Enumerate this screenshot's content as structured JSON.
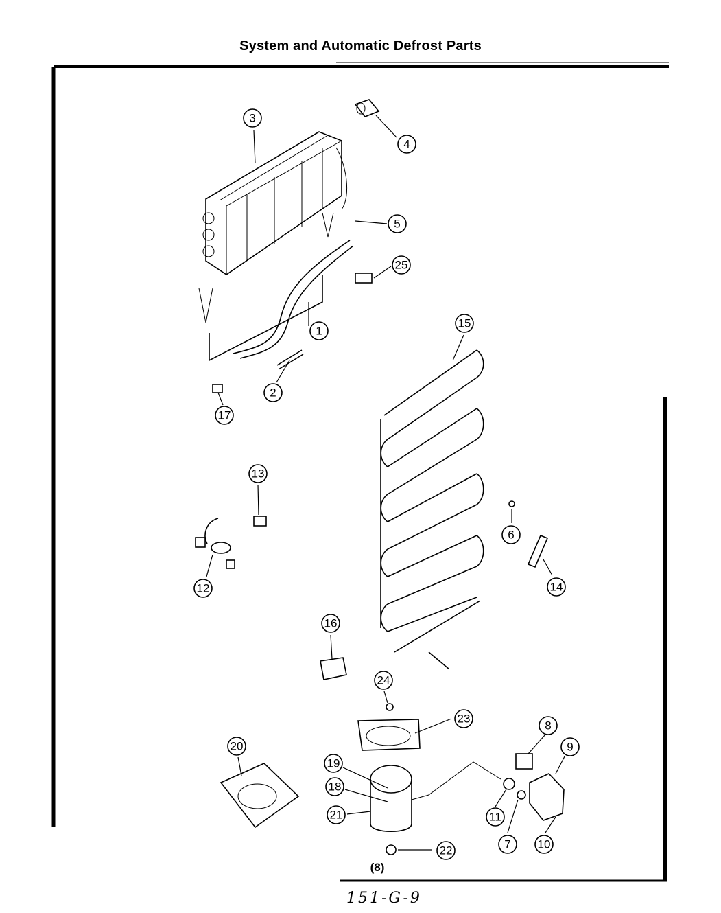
{
  "header": {
    "title": "System and Automatic Defrost Parts"
  },
  "footer": {
    "page_number": "(8)",
    "document_code": "151-G-9"
  },
  "callouts": [
    {
      "id": "1",
      "label": "1"
    },
    {
      "id": "2",
      "label": "2"
    },
    {
      "id": "3",
      "label": "3"
    },
    {
      "id": "4",
      "label": "4"
    },
    {
      "id": "5",
      "label": "5"
    },
    {
      "id": "6",
      "label": "6"
    },
    {
      "id": "7",
      "label": "7"
    },
    {
      "id": "8",
      "label": "8"
    },
    {
      "id": "9",
      "label": "9"
    },
    {
      "id": "10",
      "label": "10"
    },
    {
      "id": "11",
      "label": "11"
    },
    {
      "id": "12",
      "label": "12"
    },
    {
      "id": "13",
      "label": "13"
    },
    {
      "id": "14",
      "label": "14"
    },
    {
      "id": "15",
      "label": "15"
    },
    {
      "id": "16",
      "label": "16"
    },
    {
      "id": "17",
      "label": "17"
    },
    {
      "id": "18",
      "label": "18"
    },
    {
      "id": "19",
      "label": "19"
    },
    {
      "id": "20",
      "label": "20"
    },
    {
      "id": "21",
      "label": "21"
    },
    {
      "id": "22",
      "label": "22"
    },
    {
      "id": "23",
      "label": "23"
    },
    {
      "id": "24",
      "label": "24"
    },
    {
      "id": "25",
      "label": "25"
    }
  ]
}
